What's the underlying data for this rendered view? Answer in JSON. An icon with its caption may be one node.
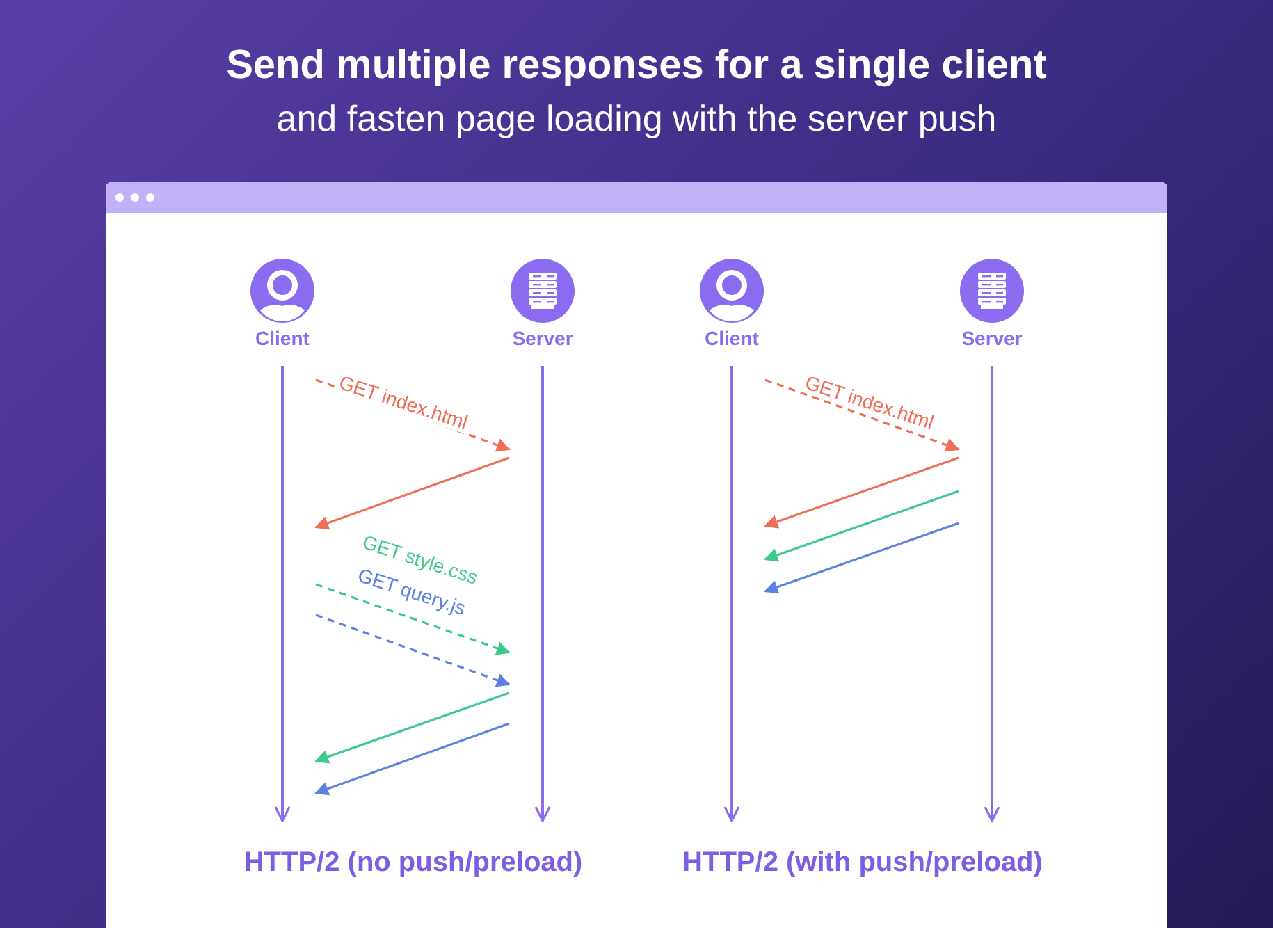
{
  "diagram": {
    "title": "Send multiple responses for a single client",
    "nodes": [
      {
        "text": [
          "Client"
        ]
      },
      {
        "text": [
          "Server"
        ]
      },
      {
        "text": [
          "Client"
        ]
      },
      {
        "text": [
          "Server"
        ]
      }
    ],
    "edges": [
      {
        "from": 0,
        "to": null,
        "arrow": "to"
      },
      {
        "from": 1,
        "to": null,
        "arrow": "to"
      },
      {
        "from": 2,
        "to": null,
        "arrow": "to"
      },
      {
        "from": 3,
        "to": null,
        "arrow": "to"
      },
      {
        "from": 0,
        "to": 1,
        "arrow": "to",
        "label": "GET index.html",
        "style": "dashed",
        "color": "#ee6e58"
      },
      {
        "from": 1,
        "to": 0,
        "arrow": "to",
        "color": "#ee6e58"
      },
      {
        "from": 0,
        "to": 1,
        "arrow": "to",
        "label": "GET style.css",
        "style": "dashed",
        "color": "#3ec98b"
      },
      {
        "from": 0,
        "to": 1,
        "arrow": "to",
        "label": "GET query.js",
        "style": "dashed",
        "color": "#5b82e0"
      },
      {
        "from": 1,
        "to": 0,
        "arrow": "to",
        "color": "#3ec98b"
      },
      {
        "from": 1,
        "to": 0,
        "arrow": "to",
        "color": "#5b82e0"
      },
      {
        "from": 2,
        "to": 3,
        "arrow": "to",
        "label": "GET index.html",
        "style": "dashed",
        "color": "#ee6e58"
      },
      {
        "from": 3,
        "to": 2,
        "arrow": "to",
        "color": "#ee6e58"
      },
      {
        "from": 3,
        "to": 2,
        "arrow": "to",
        "color": "#3ec98b"
      },
      {
        "from": 3,
        "to": 2,
        "arrow": "to",
        "color": "#5b82e0"
      }
    ],
    "labels": [
      "and fasten page loading with the server push",
      "HTTP/2 (**no push/preload**)",
      "HTTP/2 (**with push/preload**)"
    ]
  }
}
